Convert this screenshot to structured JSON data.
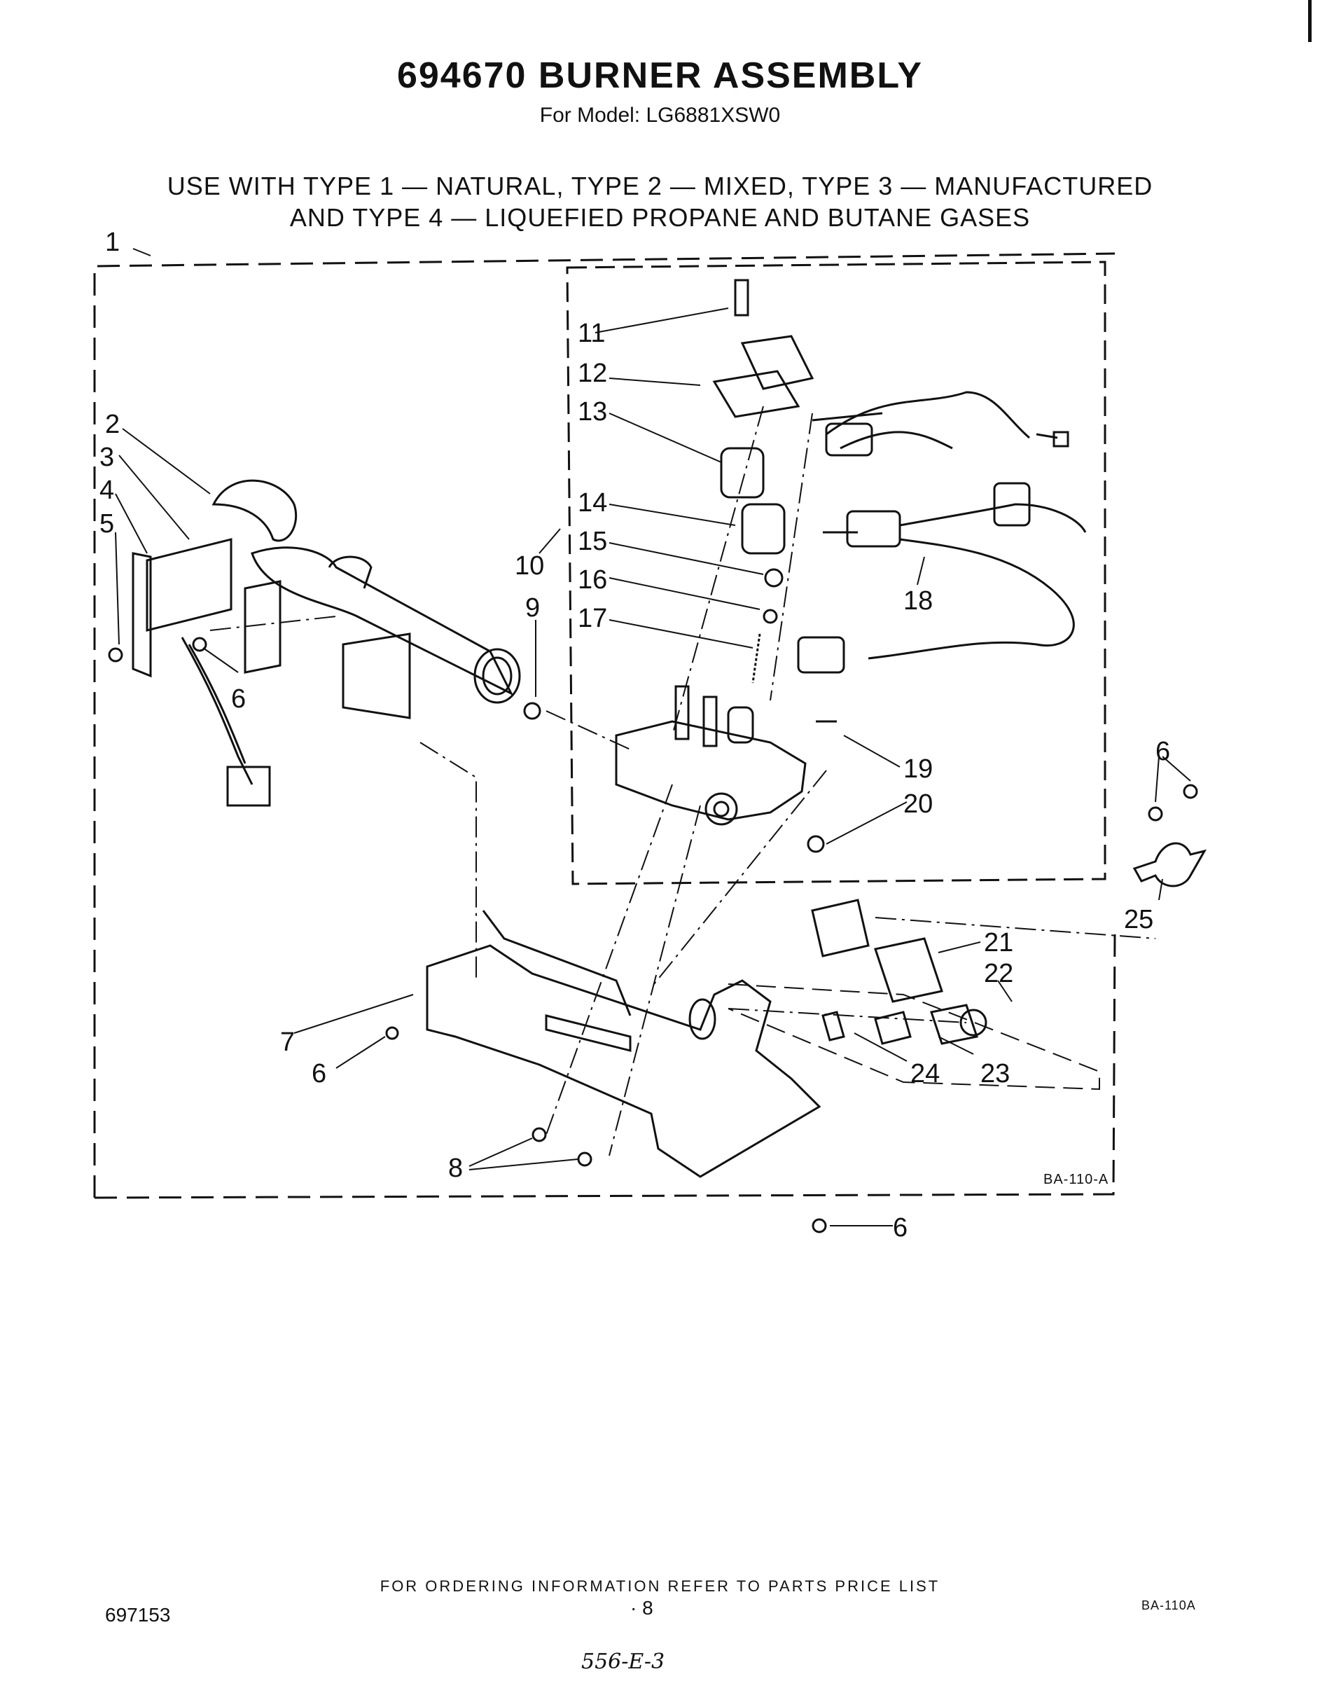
{
  "header": {
    "title": "694670 BURNER ASSEMBLY",
    "model": "For Model: LG6881XSW0",
    "gas_line_1": "USE WITH TYPE 1 — NATURAL, TYPE 2 — MIXED, TYPE 3 — MANUFACTURED",
    "gas_line_2": "AND TYPE 4 — LIQUEFIED PROPANE AND BUTANE GASES"
  },
  "diagram": {
    "callouts": [
      "1",
      "2",
      "3",
      "4",
      "5",
      "6",
      "6",
      "6",
      "6",
      "7",
      "8",
      "9",
      "10",
      "11",
      "12",
      "13",
      "14",
      "15",
      "16",
      "17",
      "18",
      "19",
      "20",
      "21",
      "22",
      "23",
      "24",
      "25"
    ],
    "figure_code": "BA-110-A"
  },
  "footer": {
    "ordering": "FOR ORDERING INFORMATION REFER TO PARTS PRICE LIST",
    "part_number": "697153",
    "page": "· 8",
    "code": "BA-110A",
    "handwritten": "556-E-3"
  }
}
